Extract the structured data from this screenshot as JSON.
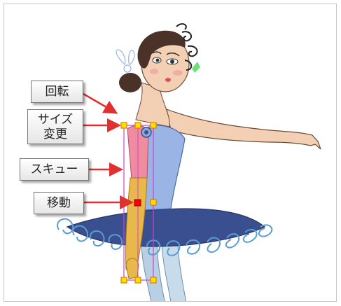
{
  "callouts": {
    "rotate": "回転",
    "scale_line1": "サイズ",
    "scale_line2": "変更",
    "skew": "スキュー",
    "move": "移動"
  },
  "colors": {
    "arrow": "#e03030",
    "bounding_box": "#d040d0",
    "handle_fill": "#ffe000",
    "handle_stroke": "#e08000",
    "pivot": "#ff0000",
    "skirt": "#3a4f8f",
    "bodice": "#9ab4e6",
    "upper_arm": "#f08ca0",
    "forearm": "#e8b84a",
    "skin": "#f3cfb3",
    "hair": "#4a3228"
  }
}
